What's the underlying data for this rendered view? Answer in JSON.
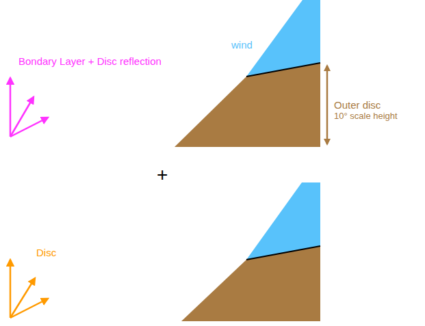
{
  "diagram": {
    "labels": [
      "Bondary Layer + Disc reflection",
      "wind",
      "Outer disc",
      "10° scale height",
      "+",
      "Disc"
    ]
  }
}
